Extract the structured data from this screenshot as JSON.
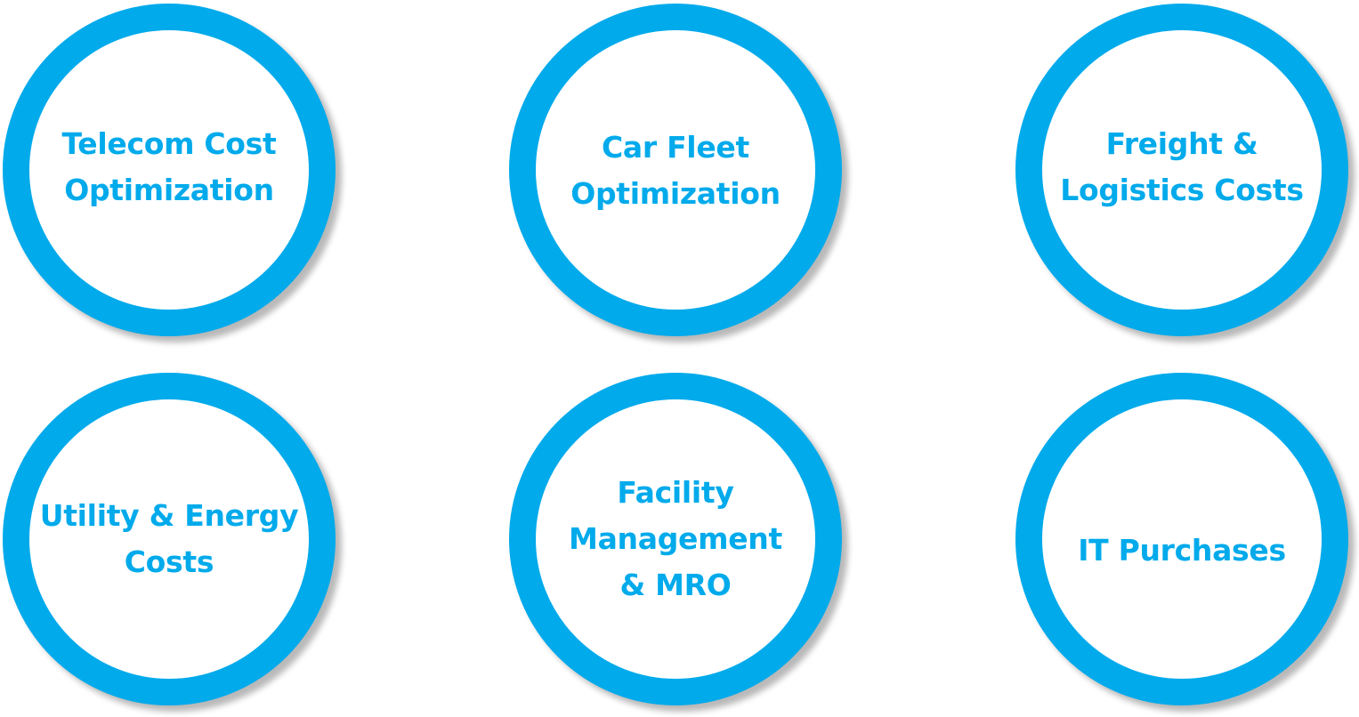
{
  "accent_color": "#00aaeb",
  "circles": [
    {
      "lines": [
        "Telecom Cost",
        "Optimization"
      ]
    },
    {
      "lines": [
        "Car Fleet",
        "Optimization"
      ]
    },
    {
      "lines": [
        "Freight &",
        "Logistics Costs"
      ]
    },
    {
      "lines": [
        "Utility & Energy",
        "Costs"
      ]
    },
    {
      "lines": [
        "Facility",
        "Management",
        "& MRO"
      ]
    },
    {
      "lines": [
        "IT Purchases"
      ]
    }
  ]
}
